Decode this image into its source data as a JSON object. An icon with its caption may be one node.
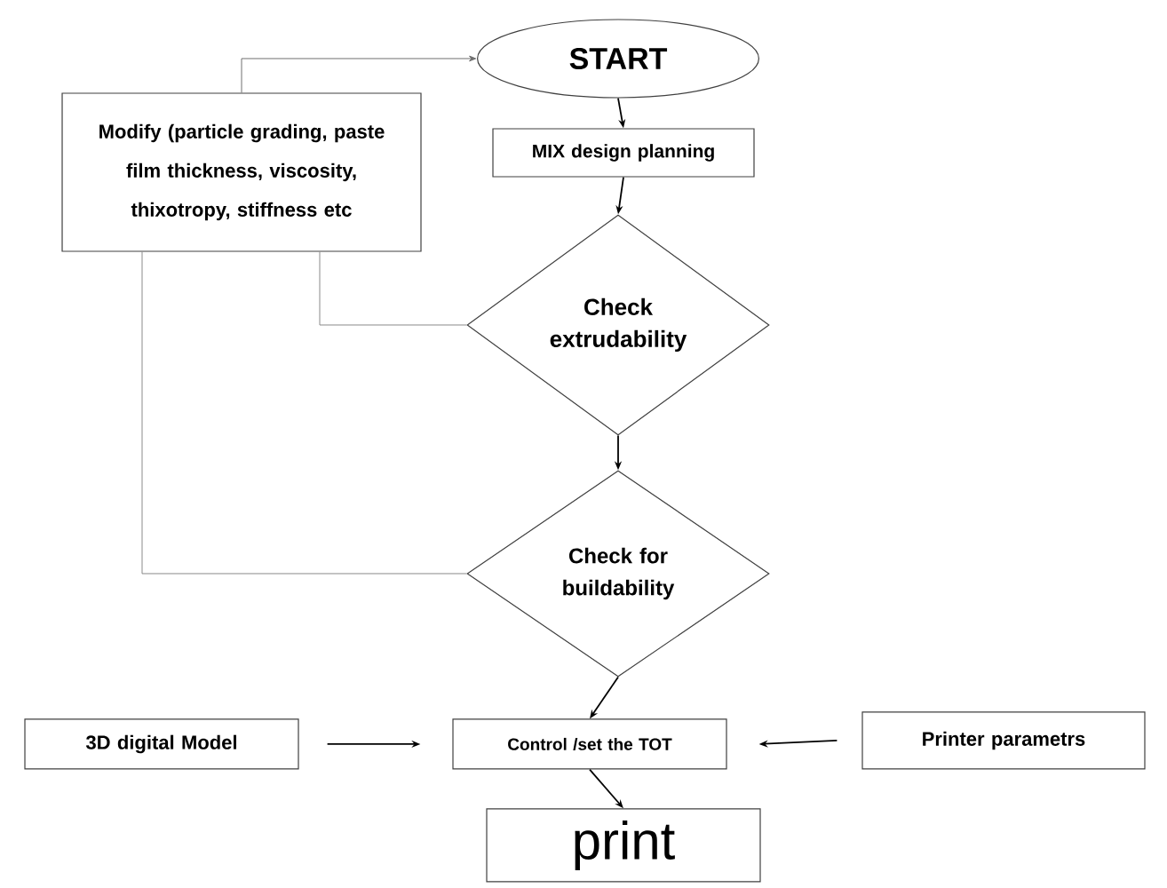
{
  "diagram": {
    "nodes": [
      {
        "text": [
          "START"
        ]
      },
      {
        "text": [
          "Modify (particle grading, paste film thickness, viscosity, thixotropy, stiffness etc"
        ]
      },
      {
        "text": [
          "MIX design planning"
        ]
      },
      {
        "text": [
          "Check extrudability"
        ]
      },
      {
        "text": [
          "Check for buildability"
        ]
      },
      {
        "text": [
          "3D digital Model"
        ]
      },
      {
        "text": [
          "Control /set the TOT"
        ]
      },
      {
        "text": [
          "Printer parametrs"
        ]
      },
      {
        "text": [
          "print"
        ]
      }
    ],
    "edges": [
      {
        "from": 0,
        "to": 2,
        "arrow": "to"
      },
      {
        "from": 2,
        "to": 3,
        "arrow": "to"
      },
      {
        "from": 3,
        "to": 4,
        "arrow": "to"
      },
      {
        "from": 4,
        "to": 6,
        "arrow": "to"
      },
      {
        "from": 6,
        "to": 8,
        "arrow": "to"
      },
      {
        "from": 5,
        "to": 6,
        "arrow": "to"
      },
      {
        "from": 7,
        "to": 6,
        "arrow": "to"
      },
      {
        "from": 1,
        "to": 0,
        "arrow": "to",
        "color": "#6f6f6f"
      },
      {
        "from": 3,
        "to": 1,
        "arrow": "none",
        "color": "#8a8a8a"
      },
      {
        "from": 4,
        "to": 1,
        "arrow": "none",
        "color": "#8a8a8a"
      }
    ]
  }
}
